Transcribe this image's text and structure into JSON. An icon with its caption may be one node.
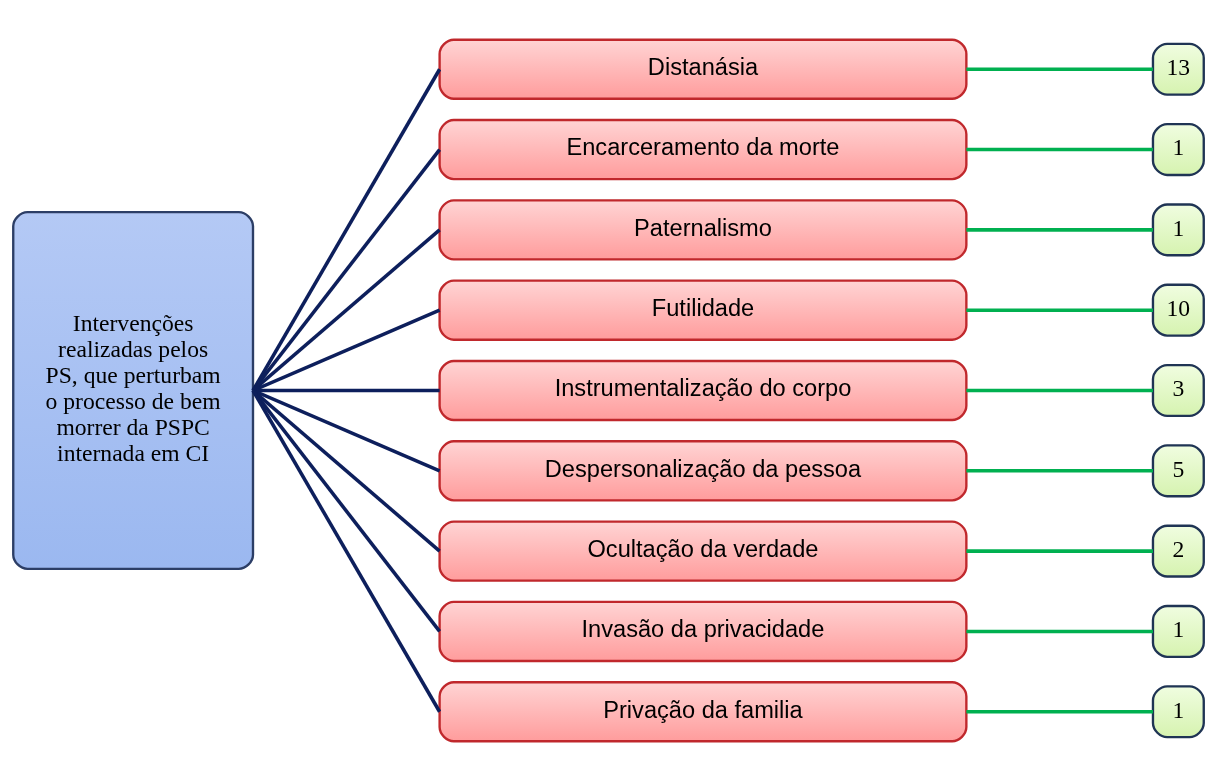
{
  "diagram": {
    "nodes": [
      {
        "text": [
          "Intervenções realizadas pelos PS, que perturbam o processo de bem morrer da PSPC internada em CI"
        ]
      },
      {
        "text": [
          "Distanásia"
        ]
      },
      {
        "text": [
          "Encarceramento da morte"
        ]
      },
      {
        "text": [
          "Paternalismo"
        ]
      },
      {
        "text": [
          "Futilidade"
        ]
      },
      {
        "text": [
          "Instrumentalização do corpo"
        ]
      },
      {
        "text": [
          "Despersonalização da pessoa"
        ]
      },
      {
        "text": [
          "Ocultação da verdade"
        ]
      },
      {
        "text": [
          "Invasão da privacidade"
        ]
      },
      {
        "text": [
          "Privação da familia"
        ]
      },
      {
        "text": [
          "13"
        ]
      },
      {
        "text": [
          "1"
        ]
      },
      {
        "text": [
          "1"
        ]
      },
      {
        "text": [
          "10"
        ]
      },
      {
        "text": [
          "3"
        ]
      },
      {
        "text": [
          "5"
        ]
      },
      {
        "text": [
          "2"
        ]
      },
      {
        "text": [
          "1"
        ]
      },
      {
        "text": [
          "1"
        ]
      }
    ],
    "edges": [
      {
        "from": 0,
        "to": 1,
        "arrow": "none",
        "color": "#0d1f5c"
      },
      {
        "from": 0,
        "to": 2,
        "arrow": "none",
        "color": "#0d1f5c"
      },
      {
        "from": 0,
        "to": 3,
        "arrow": "none",
        "color": "#0d1f5c"
      },
      {
        "from": 0,
        "to": 4,
        "arrow": "none",
        "color": "#0d1f5c"
      },
      {
        "from": 0,
        "to": 5,
        "arrow": "none",
        "color": "#0d1f5c"
      },
      {
        "from": 0,
        "to": 6,
        "arrow": "none",
        "color": "#0d1f5c"
      },
      {
        "from": 0,
        "to": 7,
        "arrow": "none",
        "color": "#0d1f5c"
      },
      {
        "from": 0,
        "to": 8,
        "arrow": "none",
        "color": "#0d1f5c"
      },
      {
        "from": 0,
        "to": 9,
        "arrow": "none",
        "color": "#0d1f5c"
      },
      {
        "from": 1,
        "to": 10,
        "arrow": "none",
        "color": "#00b050"
      },
      {
        "from": 2,
        "to": 11,
        "arrow": "none",
        "color": "#00b050"
      },
      {
        "from": 3,
        "to": 12,
        "arrow": "none",
        "color": "#00b050"
      },
      {
        "from": 4,
        "to": 13,
        "arrow": "none",
        "color": "#00b050"
      },
      {
        "from": 5,
        "to": 14,
        "arrow": "none",
        "color": "#00b050"
      },
      {
        "from": 6,
        "to": 15,
        "arrow": "none",
        "color": "#00b050"
      },
      {
        "from": 7,
        "to": 16,
        "arrow": "none",
        "color": "#00b050"
      },
      {
        "from": 8,
        "to": 17,
        "arrow": "none",
        "color": "#00b050"
      },
      {
        "from": 9,
        "to": 18,
        "arrow": "none",
        "color": "#00b050"
      }
    ]
  }
}
